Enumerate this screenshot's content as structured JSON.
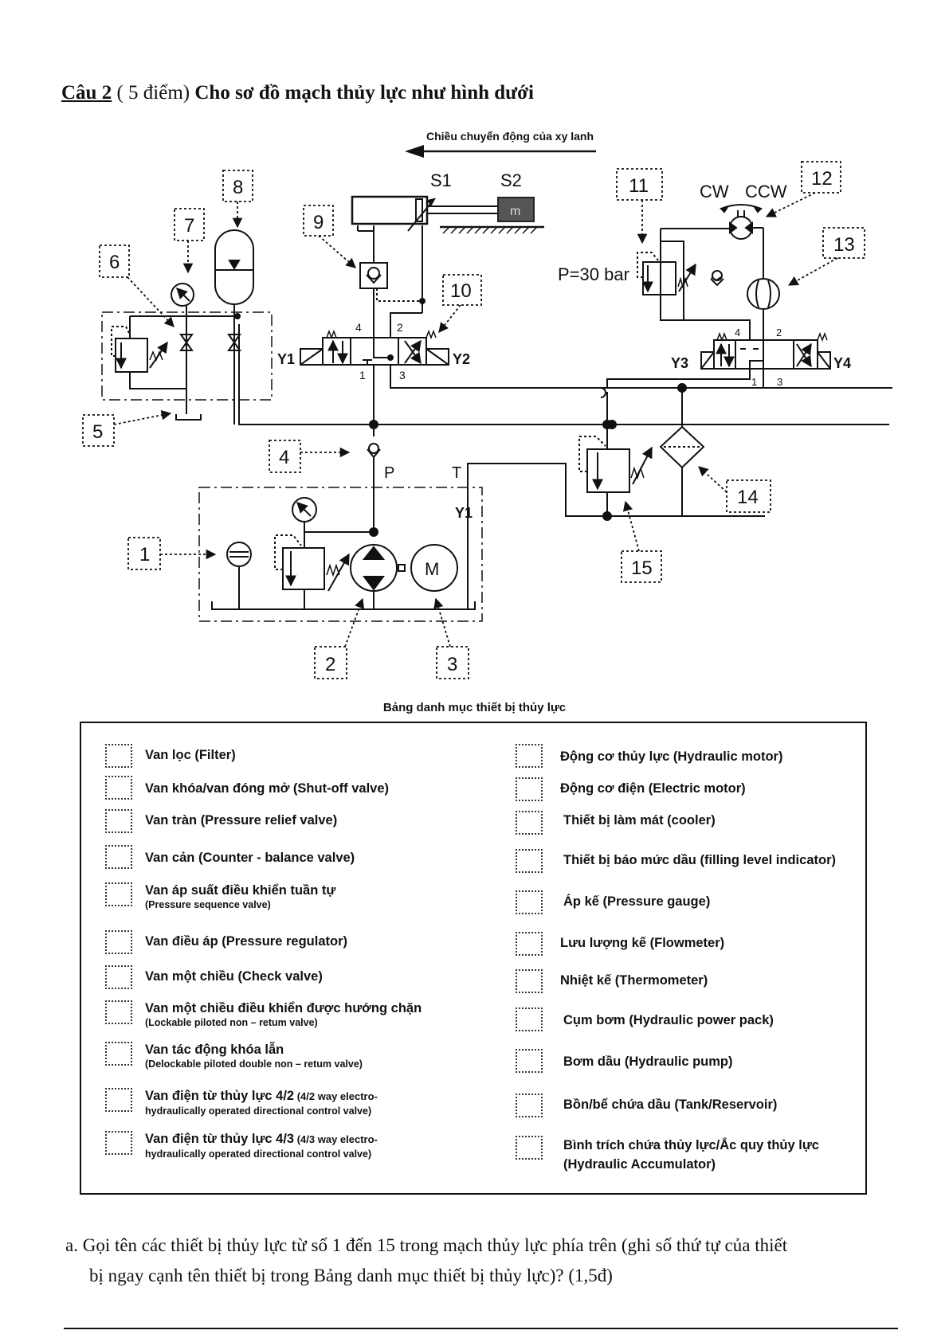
{
  "heading": {
    "question_number": "Câu 2",
    "points": "( 5 điểm)",
    "title": "Cho sơ đồ mạch thủy lực như hình dưới"
  },
  "diagram": {
    "motion_direction_label": "Chiều chuyển động của xy lanh",
    "sensor_labels": [
      "S1",
      "S2"
    ],
    "mass_label": "m",
    "callouts": [
      "1",
      "2",
      "3",
      "4",
      "5",
      "6",
      "7",
      "8",
      "9",
      "10",
      "11",
      "12",
      "13",
      "14",
      "15"
    ],
    "valve1": {
      "ports": [
        "4",
        "2",
        "1",
        "3"
      ],
      "solenoids": [
        "Y1",
        "Y2"
      ]
    },
    "valve2": {
      "ports": [
        "4",
        "2",
        "1",
        "3"
      ],
      "solenoids": [
        "Y3",
        "Y4"
      ]
    },
    "pressure_setting": "P=30 bar",
    "rotation_labels": [
      "CW",
      "CCW"
    ],
    "power_pack_ports": [
      "P",
      "T"
    ],
    "power_pack_extra_label": "Y1",
    "motor_label": "M"
  },
  "table": {
    "caption": "Bảng danh mục thiết bị thủy lực",
    "left": [
      {
        "main": "Van lọc (Filter)"
      },
      {
        "main": "Van khóa/van đóng mở (Shut-off valve)"
      },
      {
        "main": "Van tràn (Pressure relief valve)"
      },
      {
        "main": "Van cản (Counter - balance valve)"
      },
      {
        "main": "Van áp suất điều khiển tuần tự",
        "sub": "(Pressure sequence valve)"
      },
      {
        "main": "Van điều áp (Pressure regulator)"
      },
      {
        "main": "Van một chiều (Check valve)"
      },
      {
        "main": "Van một chiều điều khiển được hướng chặn",
        "sub": "(Lockable piloted non – retum valve)"
      },
      {
        "main": "Van tác động khóa lẫn",
        "sub": "(Delockable piloted double non – retum valve)"
      },
      {
        "main": "Van điện từ thủy lực 4/2",
        "mid": " (4/2 way electro-",
        "sub": "hydraulically operated directional   control valve)"
      },
      {
        "main": "Van điện từ thủy lực 4/3",
        "mid": " (4/3 way electro-",
        "sub": "hydraulically operated directional   control valve)"
      }
    ],
    "right": [
      {
        "main": "Động cơ thủy lực (Hydraulic motor)"
      },
      {
        "main": "Động cơ điện (Electric motor)"
      },
      {
        "main": "Thiết bị làm mát (cooler)"
      },
      {
        "main": "Thiết bị báo mức dầu (filling level indicator)"
      },
      {
        "main": "Áp kế (Pressure gauge)"
      },
      {
        "main": "Lưu lượng kế (Flowmeter)"
      },
      {
        "main": "Nhiệt kế (Thermometer)"
      },
      {
        "main": "Cụm bơm (Hydraulic power pack)"
      },
      {
        "main": "Bơm dầu (Hydraulic pump)"
      },
      {
        "main": "Bồn/bể chứa dầu (Tank/Reservoir)"
      },
      {
        "main": "Bình trích chứa thủy lực/Ắc quy thủy lực",
        "sub2": "(Hydraulic Accumulator)"
      }
    ]
  },
  "question": {
    "line1": "a. Gọi tên các thiết bị thủy lực từ số 1 đến 15 trong mạch thủy lực phía trên (ghi số thứ tự của thiết",
    "line2": "bị ngay cạnh tên thiết bị trong Bảng danh mục thiết bị thủy lực)? (1,5đ)"
  }
}
